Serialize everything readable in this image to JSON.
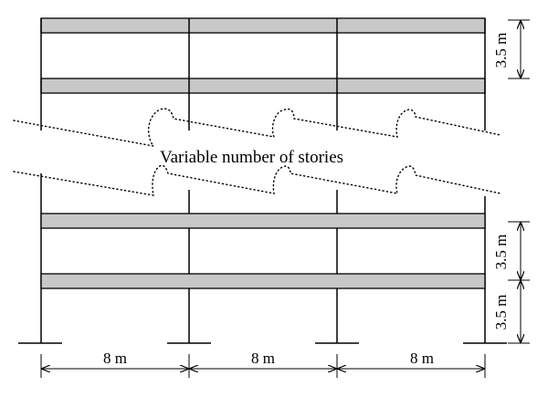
{
  "diagram": {
    "caption": "Variable number of stories",
    "bays": 3,
    "bay_width_label": "8 m",
    "story_height_label": "3.5 m",
    "colors": {
      "beam_fill": "#c8c8c8",
      "line": "#000000",
      "background": "#ffffff"
    }
  }
}
